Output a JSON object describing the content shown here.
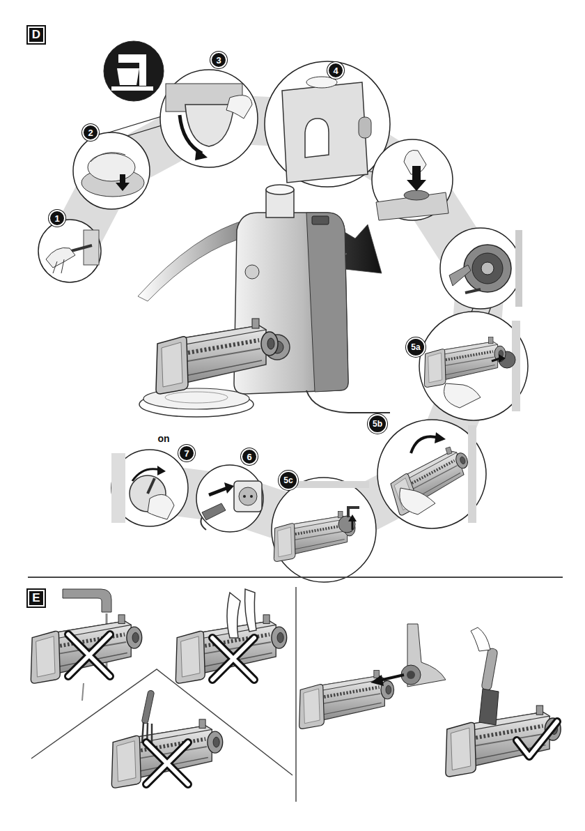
{
  "diagram": {
    "labels": [
      "D",
      "1",
      "2",
      "3",
      "4",
      "5a",
      "5b",
      "5c",
      "6",
      "on",
      "7",
      "E"
    ]
  }
}
